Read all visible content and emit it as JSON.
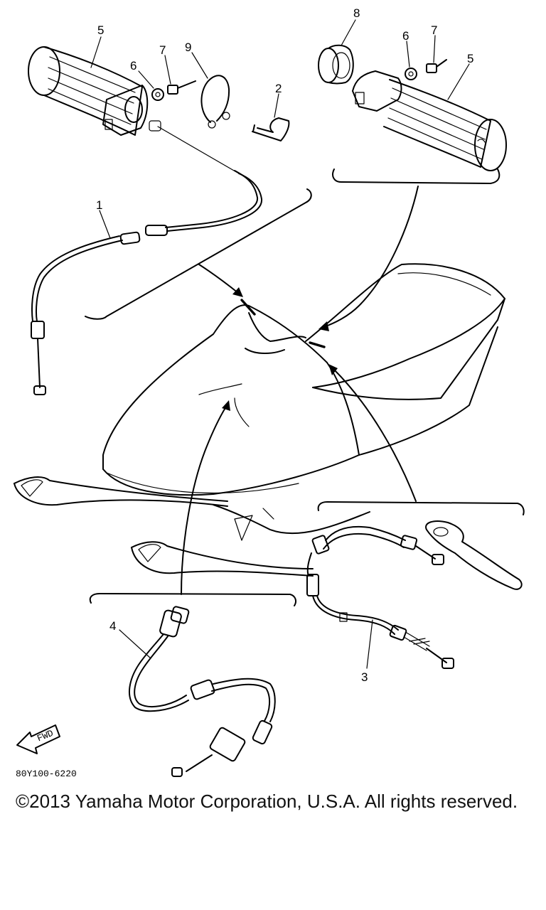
{
  "diagram": {
    "part_labels": {
      "left_grip": "5",
      "left_washer": "6",
      "left_screw": "7",
      "clamp": "9",
      "clip": "2",
      "throttle_cable": "1",
      "grip_ring": "8",
      "right_washer": "6",
      "right_screw": "7",
      "right_grip": "5",
      "speedometer_cable": "4",
      "brake_cable": "3"
    },
    "fwd_label": "FWD",
    "diagram_code": "80Y100-6220"
  },
  "copyright": "©2013 Yamaha Motor Corporation, U.S.A. All rights reserved."
}
